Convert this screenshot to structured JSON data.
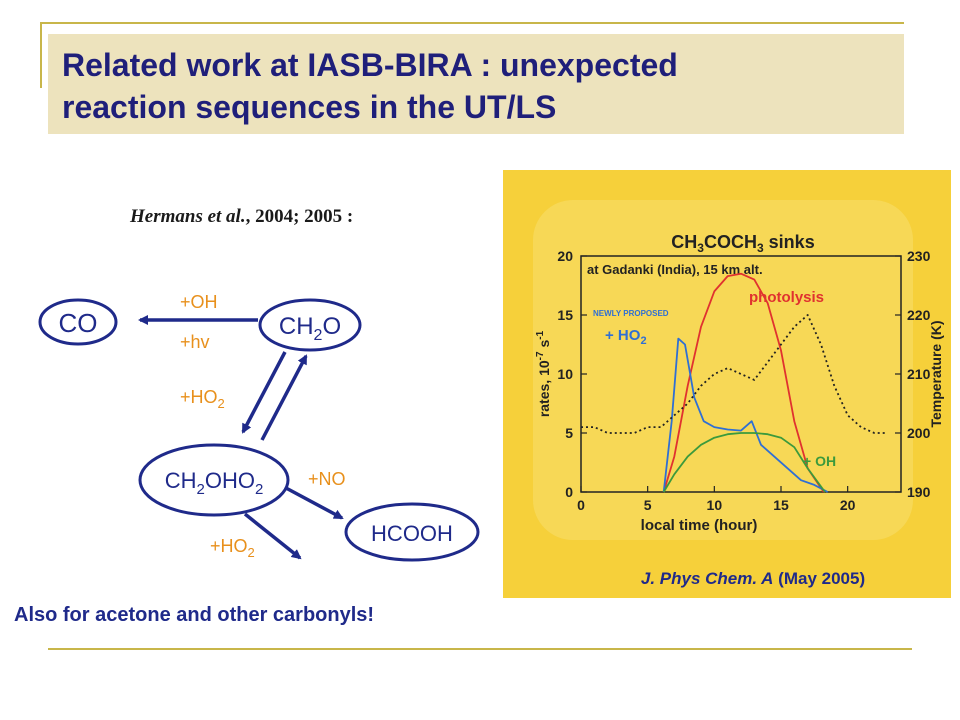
{
  "slide": {
    "title_line1": "Related work at IASB-BIRA : unexpected",
    "title_line2": "reaction sequences in the UT/LS",
    "citation_authors": "Hermans et al.",
    "citation_years": ", 2004; 2005 :",
    "bottom_note": "Also for acetone and other carbonyls!"
  },
  "scheme": {
    "co": "CO",
    "ch2o": "CH2O",
    "ch2oho2": "CH2OHO2",
    "hcooh": "HCOOH",
    "plus_oh": "+OH",
    "plus_hv": "+hv",
    "plus_ho2_up": "+HO2",
    "plus_no": "+NO",
    "plus_ho2_down": "+HO2"
  },
  "figure": {
    "title": "CH3COCH3 sinks",
    "subtitle": "at Gadanki (India), 15 km alt.",
    "caption_journal": "J. Phys Chem. A",
    "caption_date": " (May 2005)",
    "label_photolysis": "photolysis",
    "label_newly_proposed": "NEWLY PROPOSED",
    "label_ho2": "+ HO2",
    "label_oh": "+ OH",
    "colors": {
      "background": "#f6d03a",
      "photolysis": "#e0322f",
      "ho2": "#2f6fd4",
      "oh": "#3c9a3c",
      "temperature": "#222222"
    }
  },
  "chart_data": {
    "type": "line",
    "title": "CH3COCH3 sinks",
    "subtitle": "at Gadanki (India), 15 km alt.",
    "xlabel": "local time (hour)",
    "ylabel": "rates, 10-7 s-1",
    "y2label": "Temperature (K)",
    "xlim": [
      0,
      24
    ],
    "ylim": [
      0,
      20
    ],
    "y2lim": [
      190,
      230
    ],
    "xticks": [
      0,
      5,
      10,
      15,
      20
    ],
    "yticks": [
      0,
      5,
      10,
      15,
      20
    ],
    "y2ticks": [
      190,
      200,
      210,
      220,
      230
    ],
    "series": [
      {
        "name": "photolysis",
        "color": "#e0322f",
        "axis": "left",
        "x": [
          6.2,
          7,
          8,
          9,
          10,
          11,
          12,
          13,
          14,
          15,
          16,
          17,
          18.2
        ],
        "y": [
          0,
          3,
          9,
          14,
          17,
          18.3,
          18.5,
          18,
          16,
          12,
          6,
          2,
          0
        ]
      },
      {
        "name": "+ HO2",
        "color": "#2f6fd4",
        "axis": "left",
        "x": [
          6.2,
          6.8,
          7.3,
          7.8,
          8.5,
          9.2,
          10,
          11,
          12,
          12.8,
          13.5,
          14.5,
          15.5,
          16.5,
          17.5,
          18.5
        ],
        "y": [
          0,
          6,
          13,
          12.5,
          8,
          6,
          5.5,
          5.3,
          5.2,
          6,
          4,
          3,
          2,
          1,
          0.6,
          0
        ]
      },
      {
        "name": "+ OH",
        "color": "#3c9a3c",
        "axis": "left",
        "x": [
          6.2,
          7,
          8,
          9,
          10,
          11,
          12,
          13,
          14,
          15,
          16,
          17,
          18.3
        ],
        "y": [
          0,
          1.5,
          3,
          4,
          4.6,
          4.9,
          5,
          5,
          4.9,
          4.6,
          3.8,
          2,
          0
        ]
      },
      {
        "name": "Temperature",
        "color": "#222222",
        "axis": "right",
        "x": [
          0,
          1,
          2,
          3,
          4,
          5,
          6,
          7,
          8,
          9,
          10,
          11,
          12,
          13,
          14,
          15,
          16,
          17,
          18,
          19,
          20,
          21,
          22,
          23
        ],
        "y": [
          201,
          201,
          200,
          200,
          200,
          201,
          201,
          203,
          205,
          208,
          210,
          211,
          210,
          209,
          212,
          215,
          218,
          220,
          215,
          208,
          203,
          201,
          200,
          200
        ]
      }
    ]
  }
}
